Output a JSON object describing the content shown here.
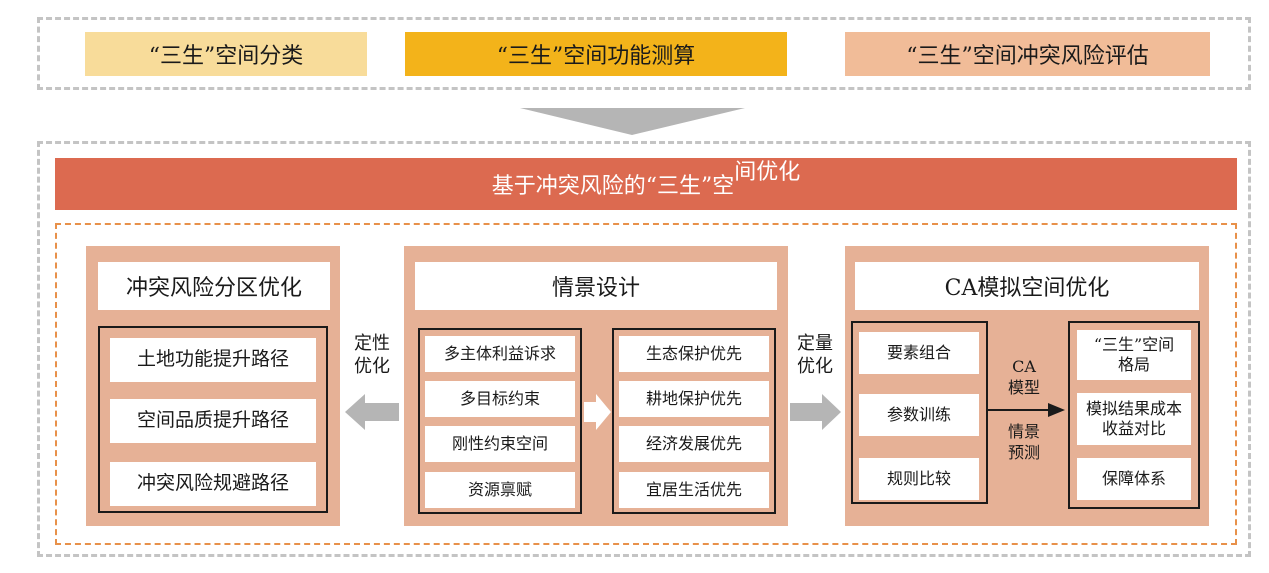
{
  "top": {
    "box1": {
      "label": "“三生”空间分类",
      "color": "#f8dc9a"
    },
    "box2": {
      "label": "“三生”空间功能测算",
      "color": "#f3b31a"
    },
    "box3": {
      "label": "“三生”空间冲突风险评估",
      "color": "#f1bc98"
    }
  },
  "banner": {
    "label_main": "基于冲突风险的“三生”空",
    "label_sup": "间优化"
  },
  "left_panel": {
    "title": "冲突风险分区优化",
    "items": [
      "土地功能提升路径",
      "空间品质提升路径",
      "冲突风险规避路径"
    ]
  },
  "qualitative": {
    "line1": "定性",
    "line2": "优化"
  },
  "center_panel": {
    "title": "情景设计",
    "left_items": [
      "多主体利益诉求",
      "多目标约束",
      "刚性约束空间",
      "资源禀赋"
    ],
    "right_items": [
      "生态保护优先",
      "耕地保护优先",
      "经济发展优先",
      "宜居生活优先"
    ]
  },
  "quantitative": {
    "line1": "定量",
    "line2": "优化"
  },
  "right_panel": {
    "title": "CA模拟空间优化",
    "left_items": [
      "要素组合",
      "参数训练",
      "规则比较"
    ],
    "middle": {
      "line1": "CA",
      "line2": "模型",
      "line3": "情景",
      "line4": "预测"
    },
    "right_items": [
      {
        "line1": "“三生”空间",
        "line2": "格局"
      },
      {
        "line1": "模拟结果成本",
        "line2": "收益对比"
      },
      {
        "line1": "保障体系",
        "line2": ""
      }
    ]
  },
  "colors": {
    "panel": "#e6b196",
    "banner": "#dc6a50",
    "arrow_gray": "#b5b5b5",
    "dash_gray": "#c4c4c4",
    "dash_orange": "#e8914a"
  }
}
